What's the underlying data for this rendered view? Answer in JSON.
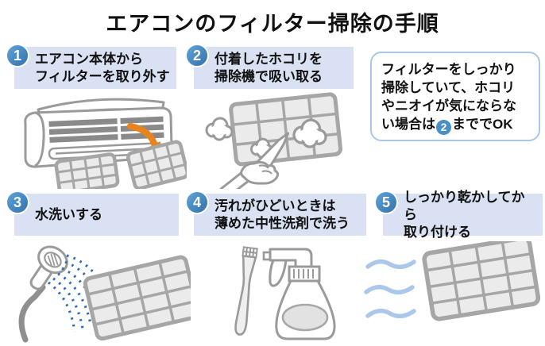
{
  "title": "エアコンのフィルター掃除の手順",
  "colors": {
    "badge_blue": "#4a8ec6",
    "label_background": "#d9e1f2",
    "note_border": "#a9c7e8",
    "arrow_orange": "#e8831e",
    "outline_gray": "#9a9a9a",
    "filter_fill": "#ebebeb",
    "water_blue": "#2e6cb8",
    "wind_blue": "#abc8ea",
    "text": "#111111"
  },
  "steps": [
    {
      "number": "1",
      "lines": [
        "エアコン本体から",
        "フィルターを取り外す"
      ],
      "illustration": "air-conditioner-filter-removal"
    },
    {
      "number": "2",
      "lines": [
        "付着したホコリを",
        "掃除機で吸い取る"
      ],
      "illustration": "dusty-filter-vacuum"
    },
    {
      "number": "3",
      "lines": [
        "水洗いする"
      ],
      "illustration": "shower-rinse-filter"
    },
    {
      "number": "4",
      "lines": [
        "汚れがひどいときは",
        "薄めた中性洗剤で洗う"
      ],
      "illustration": "toothbrush-and-spray-bottle"
    },
    {
      "number": "5",
      "lines": [
        "しっかり乾かしてから",
        "取り付ける"
      ],
      "illustration": "dry-filter-with-wind"
    }
  ],
  "note": {
    "line1": "フィルターをしっかり",
    "line2": "掃除していて、ホコリ",
    "line3": "やニオイが気にならな",
    "line4_before": "い場合は",
    "badge": "2",
    "line4_after": "まででOK"
  }
}
